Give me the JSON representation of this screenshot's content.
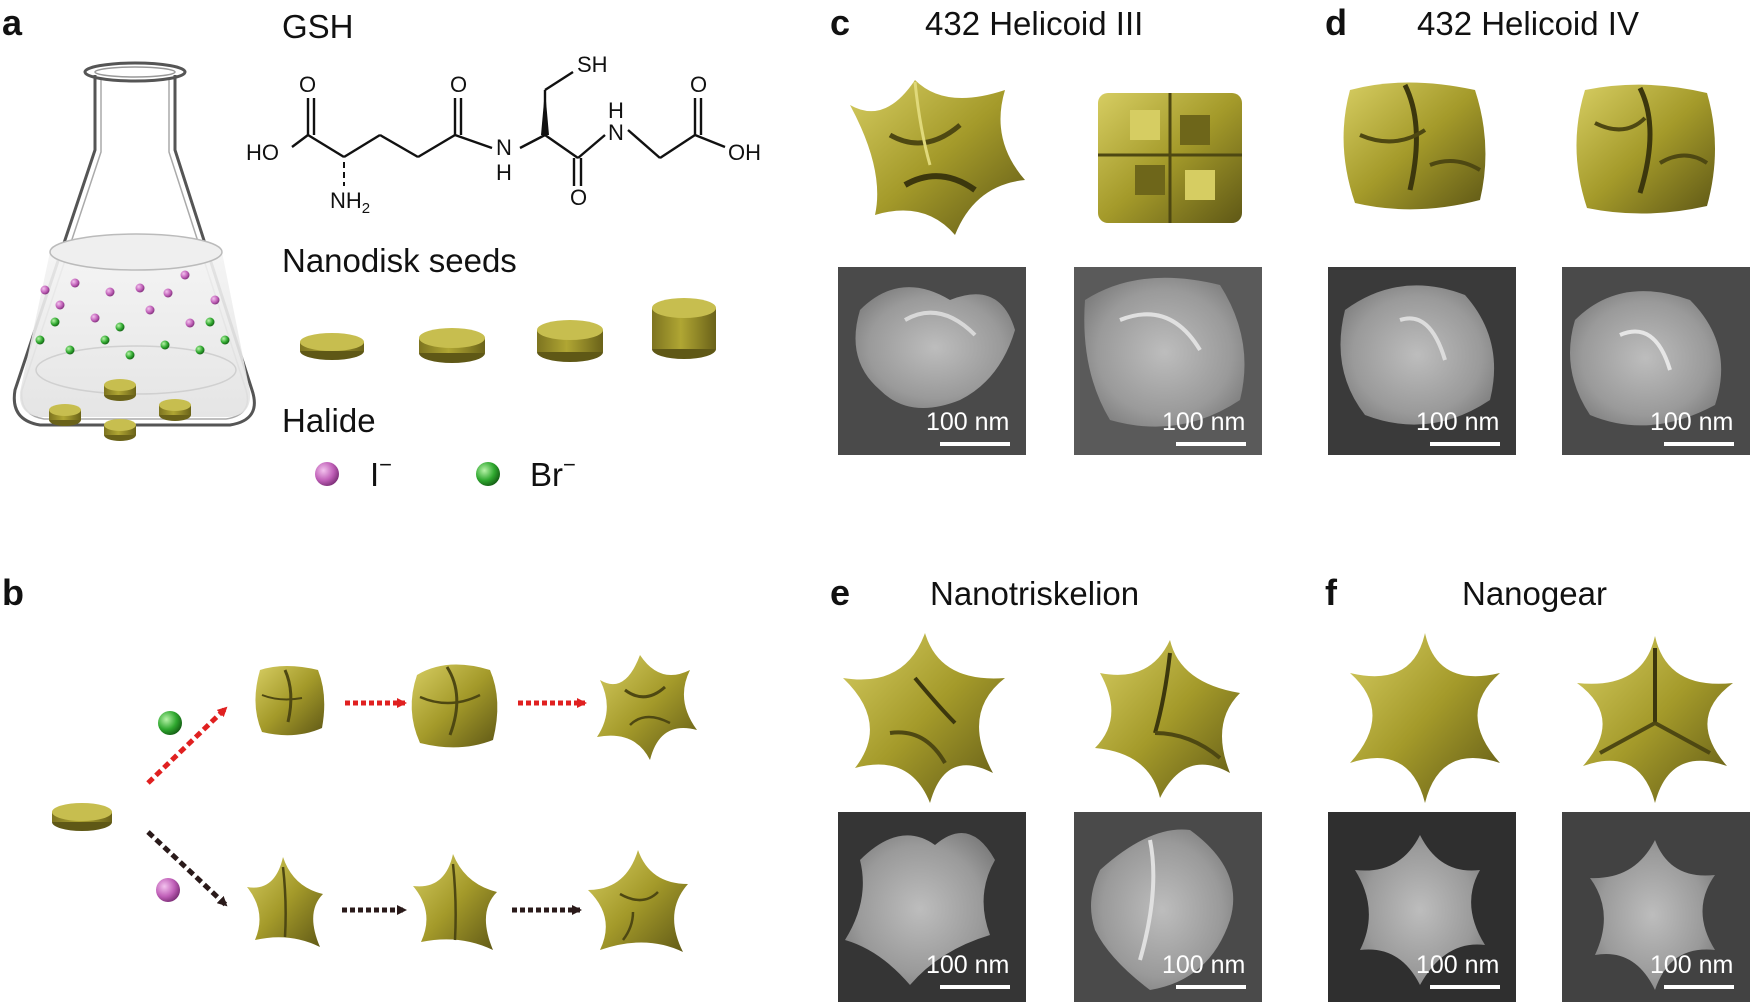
{
  "panels": {
    "a": {
      "label": "a",
      "gsh_title": "GSH",
      "seeds_title": "Nanodisk seeds",
      "halide_title": "Halide",
      "iodide_label": "I",
      "bromide_label": "Br",
      "ion_charge": "−"
    },
    "b": {
      "label": "b"
    },
    "c": {
      "label": "c",
      "title": "432 Helicoid III"
    },
    "d": {
      "label": "d",
      "title": "432 Helicoid IV"
    },
    "e": {
      "label": "e",
      "title": "Nanotriskelion"
    },
    "f": {
      "label": "f",
      "title": "Nanogear"
    }
  },
  "molecule_atoms": {
    "o1": "O",
    "ho": "HO",
    "nh": "NH",
    "sub2": "2",
    "o2": "O",
    "n1": "N",
    "h1": "H",
    "sh": "SH",
    "o3": "O",
    "h2": "H",
    "n2": "N",
    "o4": "O",
    "oh": "OH"
  },
  "scale_bar_text": "100 nm",
  "colors": {
    "gold": "#a49a2a",
    "gold_dark": "#6e661a",
    "gold_light": "#cfc65a",
    "iodide": "#c060b8",
    "bromide": "#2fa82f",
    "arrow_red": "#e02020",
    "arrow_dark": "#2a1a1a"
  }
}
